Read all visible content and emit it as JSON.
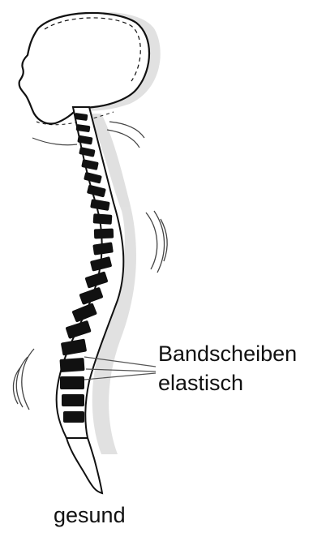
{
  "labels": {
    "discs_line1": "Bandscheiben",
    "discs_line2": "elastisch",
    "caption": "gesund"
  },
  "colors": {
    "ink": "#111111",
    "shadow": "#bdbdbd",
    "background": "#ffffff"
  }
}
